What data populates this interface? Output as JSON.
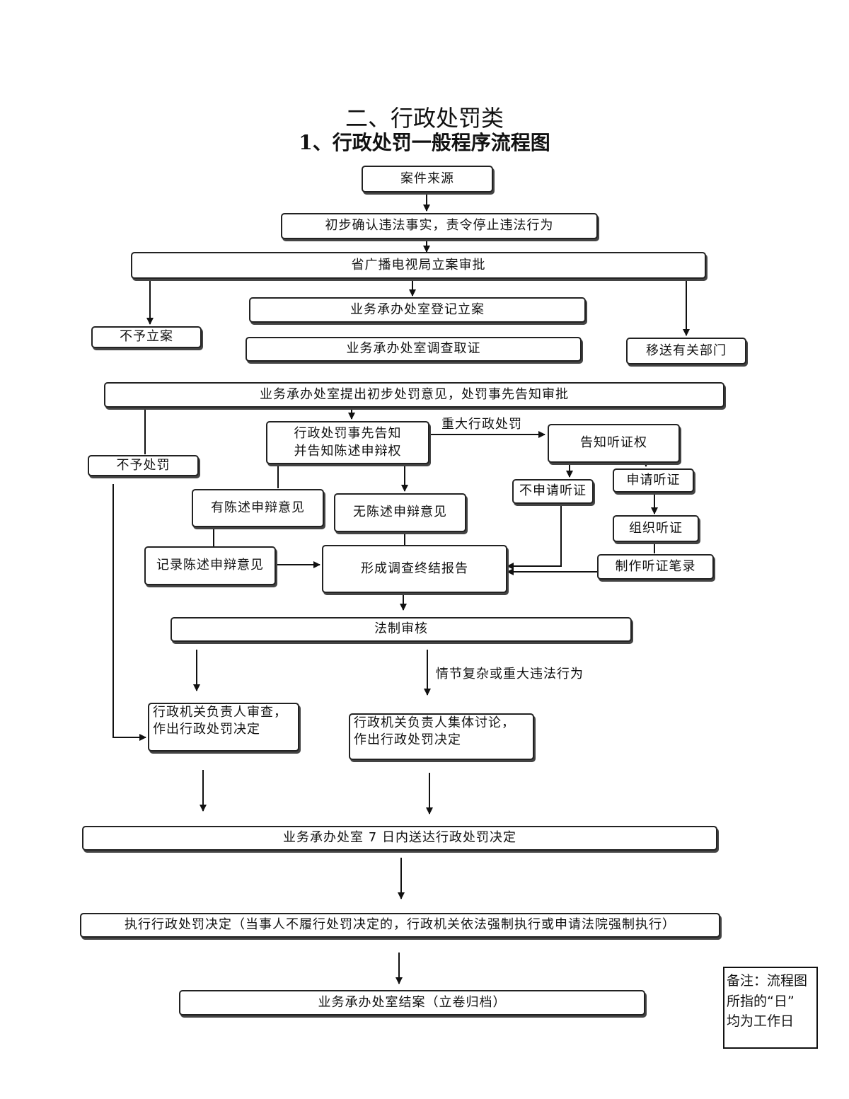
{
  "title": {
    "line1": "二、行政处罚类",
    "line2": "1、行政处罚一般程序流程图"
  },
  "nodes": {
    "case_source": "案件来源",
    "preliminary_confirm": "初步确认违法事实，责令停止违法行为",
    "filing_approval": "省广播电视局立案审批",
    "register_filing": "业务承办处室登记立案",
    "no_filing": "不予立案",
    "investigate": "业务承办处室调查取证",
    "transfer": "移送有关部门",
    "preliminary_opinion": "业务承办处室提出初步处罚意见，处罚事先告知审批",
    "prior_notice_line1": "行政处罚事先告知",
    "prior_notice_line2": "并告知陈述申辩权",
    "notify_hearing": "告知听证权",
    "no_penalty": "不予处罚",
    "has_statement": "有陈述申辩意见",
    "no_statement": "无陈述申辩意见",
    "no_hearing_request": "不申请听证",
    "request_hearing": "申请听证",
    "organize_hearing": "组织听证",
    "record_statement": "记录陈述申辩意见",
    "final_report": "形成调查终结报告",
    "hearing_record": "制作听证笔录",
    "legal_review": "法制审核",
    "head_review_line1": "行政机关负责人审查，",
    "head_review_line2": "作出行政处罚决定",
    "collective_line1": "行政机关负责人集体讨论，",
    "collective_line2": "作出行政处罚决定",
    "deliver": "业务承办处室 7 日内送达行政处罚决定",
    "execute": "执行行政处罚决定（当事人不履行处罚决定的，行政机关依法强制执行或申请法院强制执行）",
    "close_case": "业务承办处室结案（立卷归档）"
  },
  "labels": {
    "major_penalty": "重大行政处罚",
    "complex_case": "情节复杂或重大违法行为"
  },
  "note": {
    "line1": "备注：流程图",
    "line2": "所指的“日”",
    "line3": "均为工作日"
  }
}
